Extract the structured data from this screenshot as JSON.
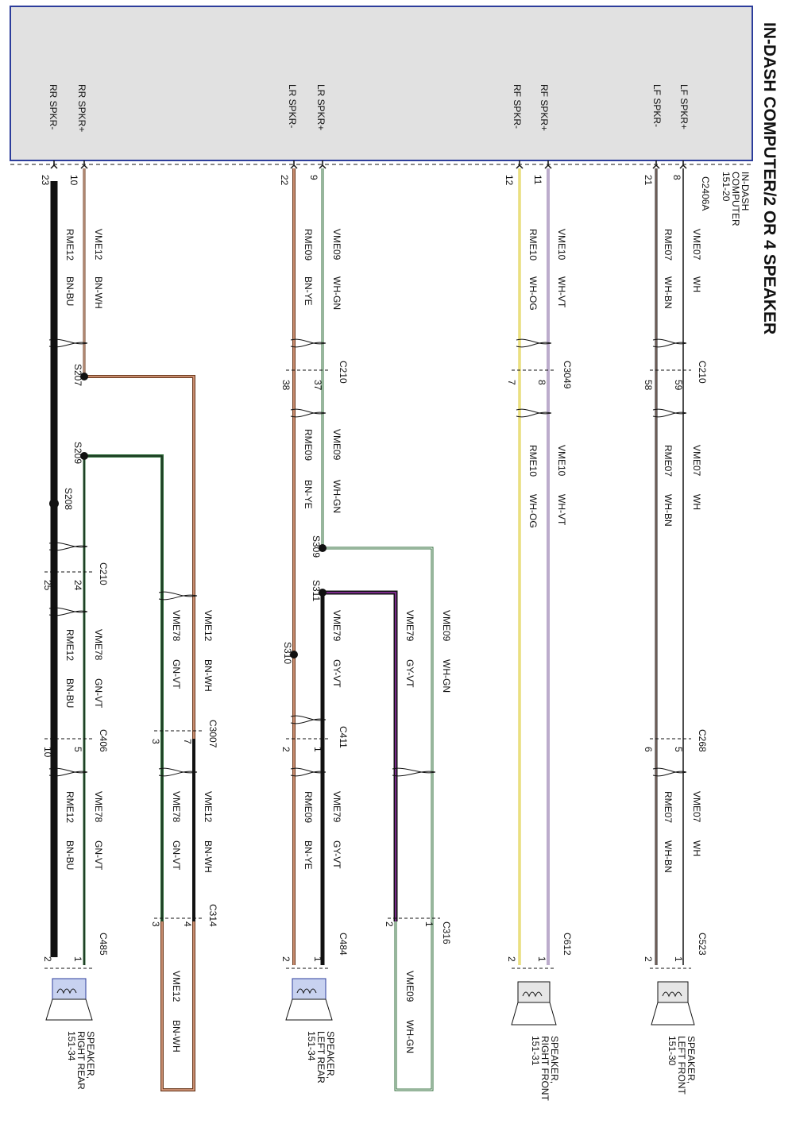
{
  "diagram": {
    "title": "IN-DASH COMPUTER/2 OR 4 SPEAKER",
    "module": {
      "name": "IN-DASH",
      "name2": "COMPUTER",
      "ref": "151-20",
      "connector": "C2406A"
    },
    "pins": [
      {
        "label": "LF SPKR+",
        "pin": "8"
      },
      {
        "label": "LF SPKR-",
        "pin": "21"
      },
      {
        "label": "RF SPKR+",
        "pin": "11"
      },
      {
        "label": "RF SPKR-",
        "pin": "12"
      },
      {
        "label": "LR SPKR+",
        "pin": "9"
      },
      {
        "label": "LR SPKR-",
        "pin": "22"
      },
      {
        "label": "RR SPKR+",
        "pin": "10"
      },
      {
        "label": "RR SPKR-",
        "pin": "23"
      }
    ],
    "circuits": {
      "vme07": "VME07",
      "rme07": "RME07",
      "wh": "WH",
      "whbn": "WH-BN",
      "vme10": "VME10",
      "rme10": "RME10",
      "whvt": "WH-VT",
      "whog": "WH-OG",
      "vme09": "VME09",
      "rme09": "RME09",
      "whgn": "WH-GN",
      "bnye": "BN-YE",
      "vme12": "VME12",
      "rme12": "RME12",
      "bnwh": "BN-WH",
      "bnbu": "BN-BU",
      "vme78": "VME78",
      "gnvt": "GN-VT",
      "vme79": "VME79",
      "gyvt": "GY-VT"
    },
    "connectors": {
      "c210": "C210",
      "c3049": "C3049",
      "c268": "C268",
      "c523": "C523",
      "c612": "C612",
      "c411": "C411",
      "c484": "C484",
      "c316": "C316",
      "c406": "C406",
      "c485": "C485",
      "c3007": "C3007",
      "c314": "C314"
    },
    "splices": {
      "s207": "S207",
      "s209": "S209",
      "s208": "S208",
      "s309": "S309",
      "s311": "S311",
      "s310": "S310"
    },
    "pin_numbers": {
      "p59": "59",
      "p58": "58",
      "p8": "8",
      "p7": "7",
      "p5": "5",
      "p6": "6",
      "p1": "1",
      "p2": "2",
      "p37": "37",
      "p38": "38",
      "p24": "24",
      "p25": "25",
      "p10": "10",
      "p3": "3",
      "p4": "4"
    },
    "speakers": [
      {
        "name": "SPEAKER,",
        "name2": "LEFT FRONT",
        "ref": "151-30"
      },
      {
        "name": "SPEAKER,",
        "name2": "RIGHT FRONT",
        "ref": "151-31"
      },
      {
        "name": "SPEAKER,",
        "name2": "LEFT REAR",
        "ref": "151-34"
      },
      {
        "name": "SPEAKER,",
        "name2": "RIGHT REAR",
        "ref": "151-34"
      }
    ],
    "colors": {
      "module_fill": "#e1e1e1",
      "module_border": "#2c3d9b",
      "black": "#111111",
      "brown": "#6b3a1e",
      "green": "#2f6e3a",
      "purple": "#7a2a8a",
      "yellow": "#d8c83a",
      "pinkish": "#f0d0c0",
      "violet_light": "#c7b6dc",
      "speaker_blue": "#c8d2f0"
    }
  }
}
